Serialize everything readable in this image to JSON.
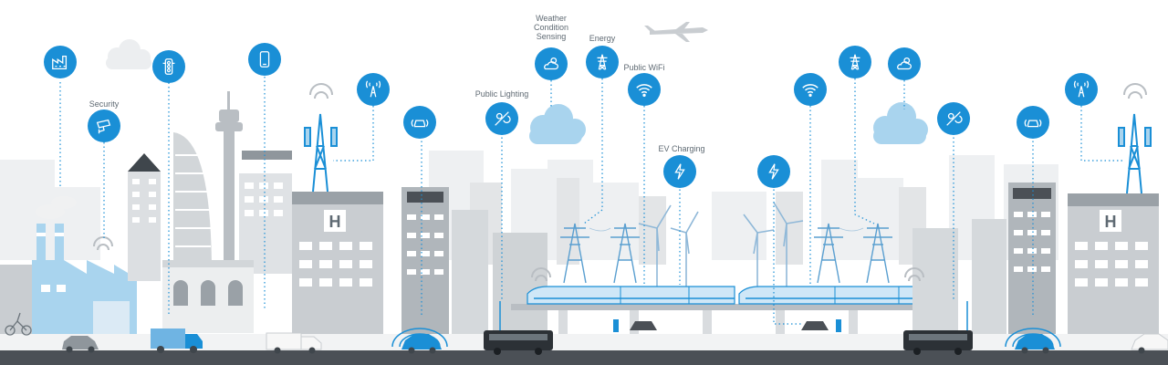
{
  "labels": {
    "security": "Security",
    "weather": [
      "Weather",
      "Condition",
      "Sensing"
    ],
    "energy": "Energy",
    "public_lighting": "Public Lighting",
    "public_wifi": "Public WiFi",
    "ev_charging": "EV Charging"
  },
  "hospital_sign": "H",
  "colors": {
    "accent": "#1a8fd6",
    "cloud": "#a9d4ee",
    "building_light": "#e3e5e7",
    "building_mid": "#c9cdd1",
    "building_dark": "#8f969c",
    "road": "#4b5056",
    "train": "#cfe7f7"
  },
  "icons": [
    "factory-icon",
    "security-camera-icon",
    "traffic-light-icon",
    "smartphone-icon",
    "cell-tower-icon",
    "vehicle-sensor-icon",
    "public-lighting-icon",
    "weather-icon",
    "energy-pylon-icon",
    "wifi-icon",
    "ev-charging-icon",
    "ev-charging-icon",
    "wifi-icon",
    "energy-pylon-icon",
    "weather-icon",
    "public-lighting-icon",
    "vehicle-sensor-icon",
    "cell-tower-icon"
  ]
}
